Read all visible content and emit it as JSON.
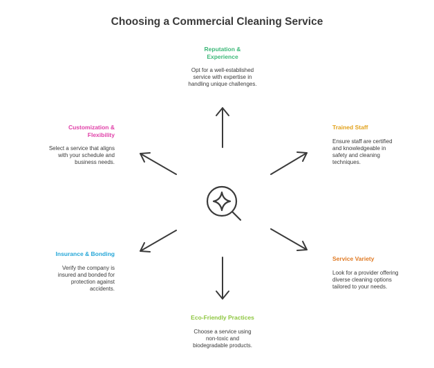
{
  "title": "Choosing a Commercial Cleaning Service",
  "center_icon": "search-sparkle-icon",
  "factors": [
    {
      "key": "reputation",
      "title": "Reputation & Experience",
      "color": "#3cb878",
      "description": "Opt for a well-established service with expertise in handling unique challenges."
    },
    {
      "key": "trained",
      "title": "Trained Staff",
      "color": "#e2a21c",
      "description": "Ensure staff are certified and knowledgeable in safety and cleaning techniques."
    },
    {
      "key": "variety",
      "title": "Service Variety",
      "color": "#e07a24",
      "description": "Look for a provider offering diverse cleaning options tailored to your needs."
    },
    {
      "key": "eco",
      "title": "Eco-Friendly Practices",
      "color": "#8dc63f",
      "description": "Choose a service using non-toxic and biodegradable products."
    },
    {
      "key": "insurance",
      "title": "Insurance & Bonding",
      "color": "#26a7d8",
      "description": "Verify the company is insured and bonded for protection against accidents."
    },
    {
      "key": "customization",
      "title": "Customization & Flexibility",
      "color": "#e040a8",
      "description": "Select a service that aligns with your schedule and business needs."
    }
  ]
}
